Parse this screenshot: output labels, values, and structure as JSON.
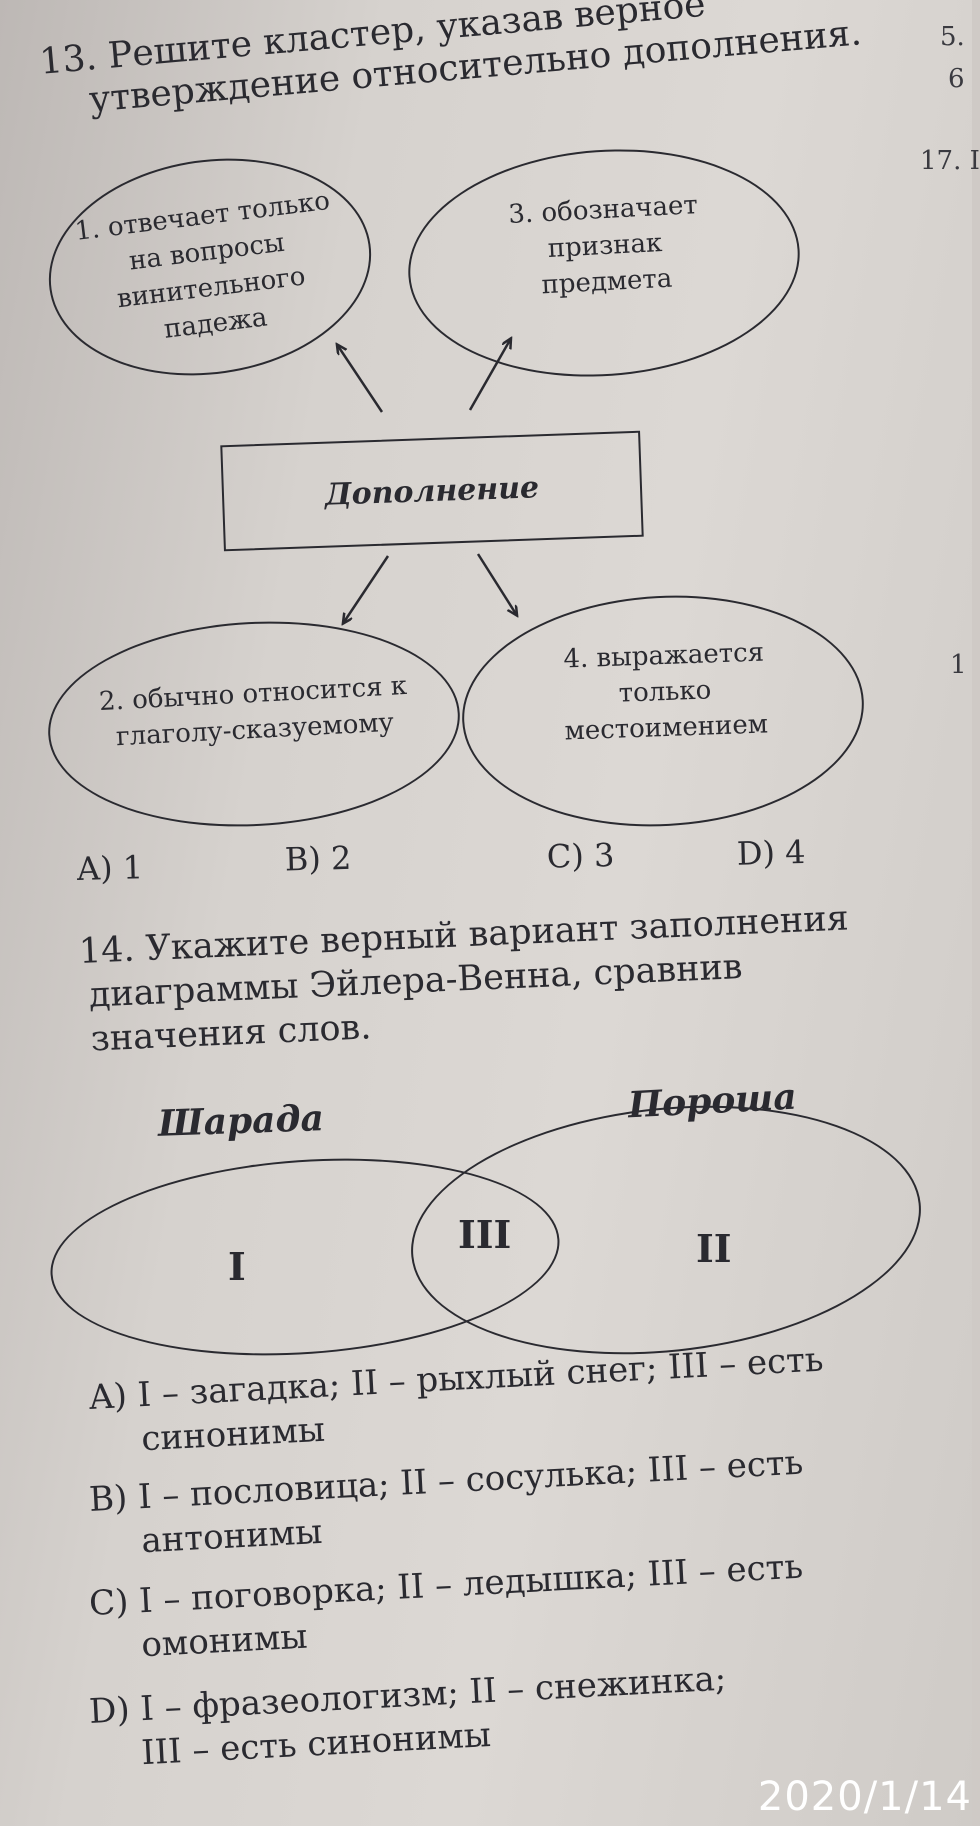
{
  "q13": {
    "title_line1": "13. Решите кластер, указав верное",
    "title_line2": "утверждение относительно дополнения.",
    "center": "Дополнение",
    "b1": [
      "1. отвечает только",
      "на вопросы",
      "винительного",
      "падежа"
    ],
    "b2": [
      "2. обычно относится к",
      "глаголу-сказуемому"
    ],
    "b3": [
      "3. обозначает",
      "признак",
      "предмета"
    ],
    "b4": [
      "4. выражается",
      "только",
      "местоимением"
    ],
    "answers": [
      "A) 1",
      "B) 2",
      "C) 3",
      "D) 4"
    ]
  },
  "q14": {
    "title_line1": "14. Укажите верный вариант заполнения",
    "title_line2": "диаграммы Эйлера-Венна, сравнив",
    "title_line3": "значения слов.",
    "word_left": "Шарада",
    "word_right": "Пороша",
    "region_left": "I",
    "region_mid": "III",
    "region_right": "II",
    "options": [
      {
        "l1": "A) I – загадка; II – рыхлый снег; III – есть",
        "l2": "синонимы"
      },
      {
        "l1": "B) I – пословица; II – сосулька; III – есть",
        "l2": "антонимы"
      },
      {
        "l1": "C) I – поговорка; II – ледышка; III – есть",
        "l2": "омонимы"
      },
      {
        "l1": "D) I – фразеологизм; II – снежинка;",
        "l2": "III – есть синонимы"
      }
    ]
  },
  "margin_right": [
    "5.",
    "6",
    "17. I",
    "1"
  ],
  "timestamp": "2020/1/14"
}
